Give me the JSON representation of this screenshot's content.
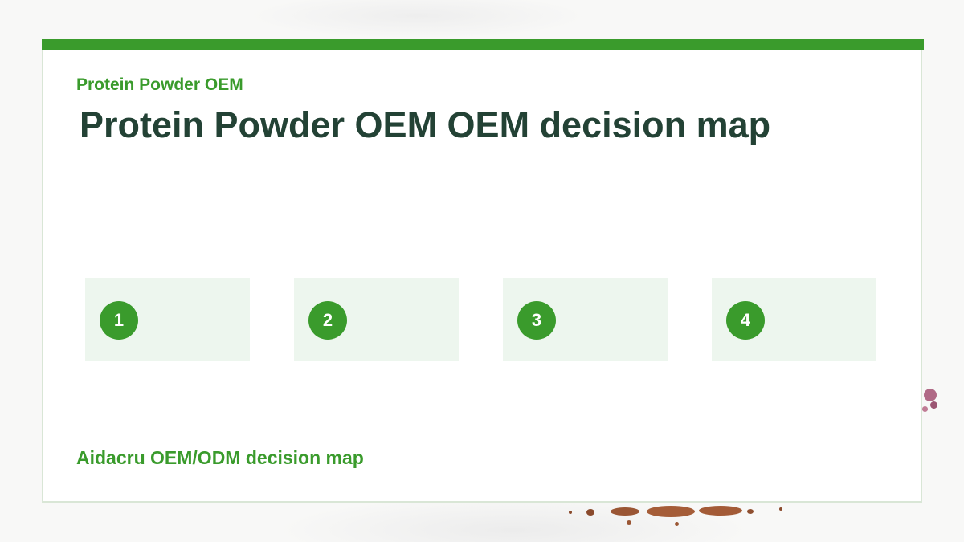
{
  "card": {
    "kicker": "Protein Powder OEM",
    "title": "Protein Powder OEM OEM decision map",
    "footer": "Aidacru OEM/ODM decision map"
  },
  "steps": [
    {
      "number": "1"
    },
    {
      "number": "2"
    },
    {
      "number": "3"
    },
    {
      "number": "4"
    }
  ],
  "colors": {
    "accent": "#3a9b2c",
    "title": "#234235",
    "step_background": "#edf6ee",
    "card_border": "#d9e6d6"
  }
}
